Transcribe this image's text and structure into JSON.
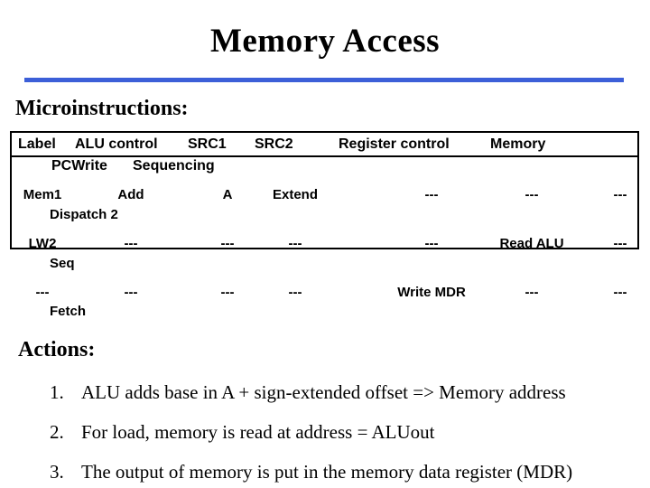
{
  "slide": {
    "title": "Memory Access",
    "accent_color": "#3c5fd8",
    "background_color": "#ffffff"
  },
  "microinstructions": {
    "heading": "Microinstructions:",
    "table": {
      "header_row1": [
        "Label",
        "ALU control",
        "SRC1",
        "SRC2",
        "Register control",
        "Memory"
      ],
      "header_row2": [
        "PCWrite",
        "Sequencing"
      ],
      "rows": [
        {
          "cells": [
            "Mem1",
            "Add",
            "A",
            "Extend",
            "---",
            "---",
            "---"
          ],
          "sequencing": "Dispatch 2"
        },
        {
          "cells": [
            "LW2",
            "---",
            "---",
            "---",
            "---",
            "Read ALU",
            "---"
          ],
          "sequencing": "Seq"
        },
        {
          "cells": [
            "---",
            "---",
            "---",
            "---",
            "Write MDR",
            "---",
            "---"
          ],
          "sequencing": "Fetch"
        }
      ]
    }
  },
  "actions": {
    "heading": "Actions:",
    "items": [
      {
        "number": "1.",
        "text": "ALU adds base in A + sign-extended offset => Memory address"
      },
      {
        "number": "2.",
        "text": "For load, memory is read at address = ALUout"
      },
      {
        "number": "3.",
        "text": "The output of memory is put in the memory data register (MDR)"
      }
    ]
  }
}
